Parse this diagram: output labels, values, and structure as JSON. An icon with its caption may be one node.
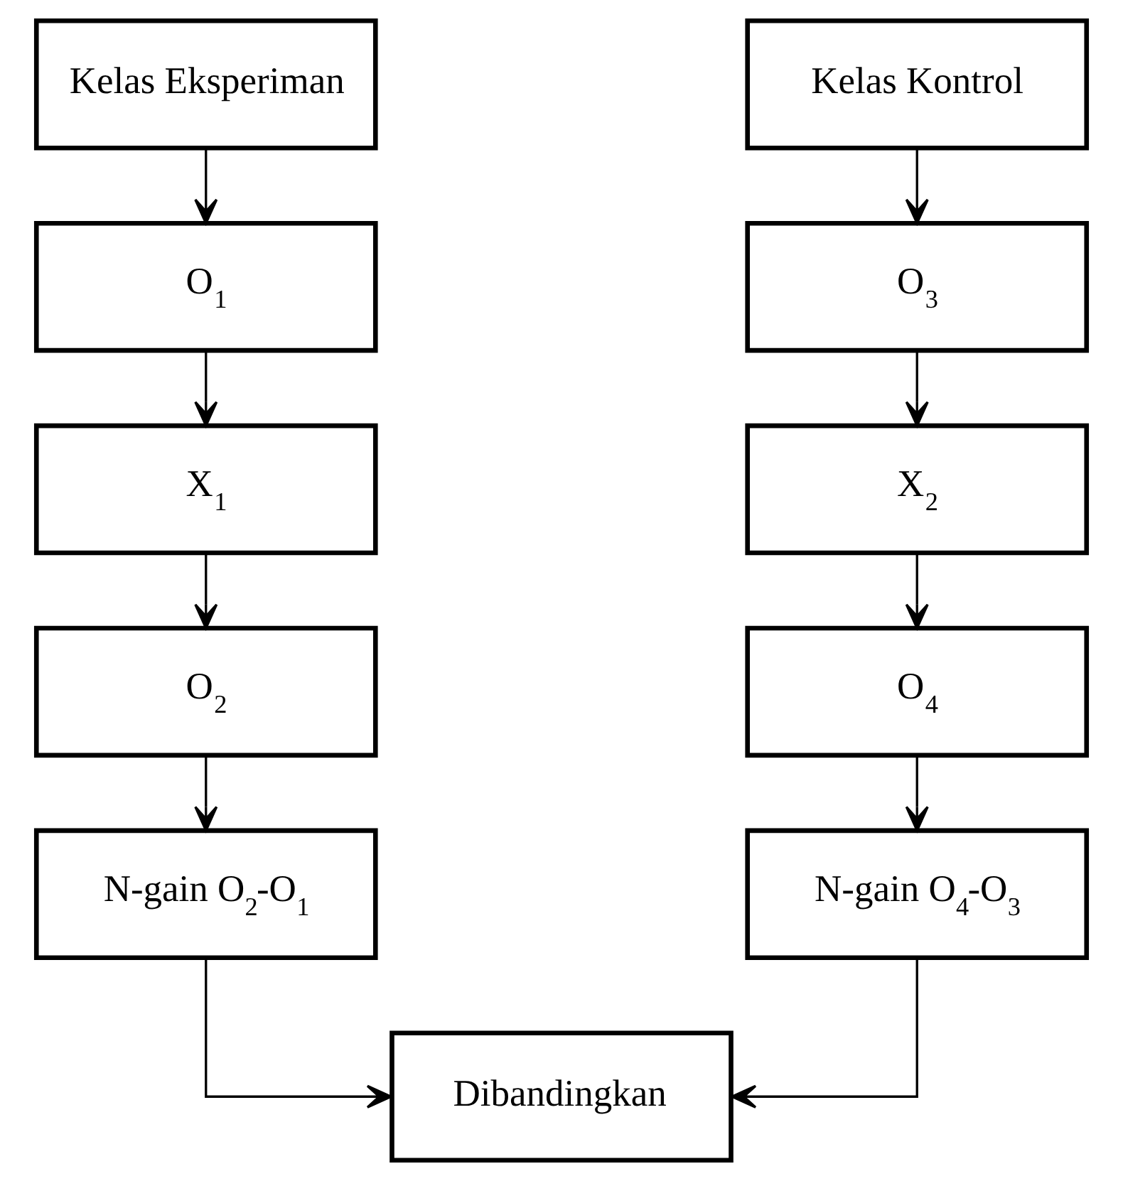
{
  "diagram": {
    "nodes": [
      {
        "text": [
          "Kelas Eksperiman"
        ]
      },
      {
        "text": [
          "Kelas Kontrol"
        ]
      },
      {
        "text": [
          "O$_{1}$"
        ]
      },
      {
        "text": [
          "O$_{3}$"
        ]
      },
      {
        "text": [
          "X$_{1}$"
        ]
      },
      {
        "text": [
          "X$_{2}$"
        ]
      },
      {
        "text": [
          "O$_{2}$"
        ]
      },
      {
        "text": [
          "O$_{4}$"
        ]
      },
      {
        "text": [
          "N-gain O$_{2}$-O$_{1}$"
        ]
      },
      {
        "text": [
          "N-gain O$_{4}$-O$_{3}$"
        ]
      },
      {
        "text": [
          "Dibandingkan"
        ]
      }
    ],
    "edges": [
      {
        "from": 0,
        "to": 2,
        "arrow": "to"
      },
      {
        "from": 2,
        "to": 4,
        "arrow": "to"
      },
      {
        "from": 4,
        "to": 6,
        "arrow": "to"
      },
      {
        "from": 6,
        "to": 8,
        "arrow": "to"
      },
      {
        "from": 1,
        "to": 3,
        "arrow": "to"
      },
      {
        "from": 3,
        "to": 5,
        "arrow": "to"
      },
      {
        "from": 5,
        "to": 7,
        "arrow": "to"
      },
      {
        "from": 7,
        "to": 9,
        "arrow": "to"
      },
      {
        "from": 8,
        "to": 10,
        "arrow": "to"
      },
      {
        "from": 9,
        "to": 10,
        "arrow": "to"
      }
    ]
  }
}
